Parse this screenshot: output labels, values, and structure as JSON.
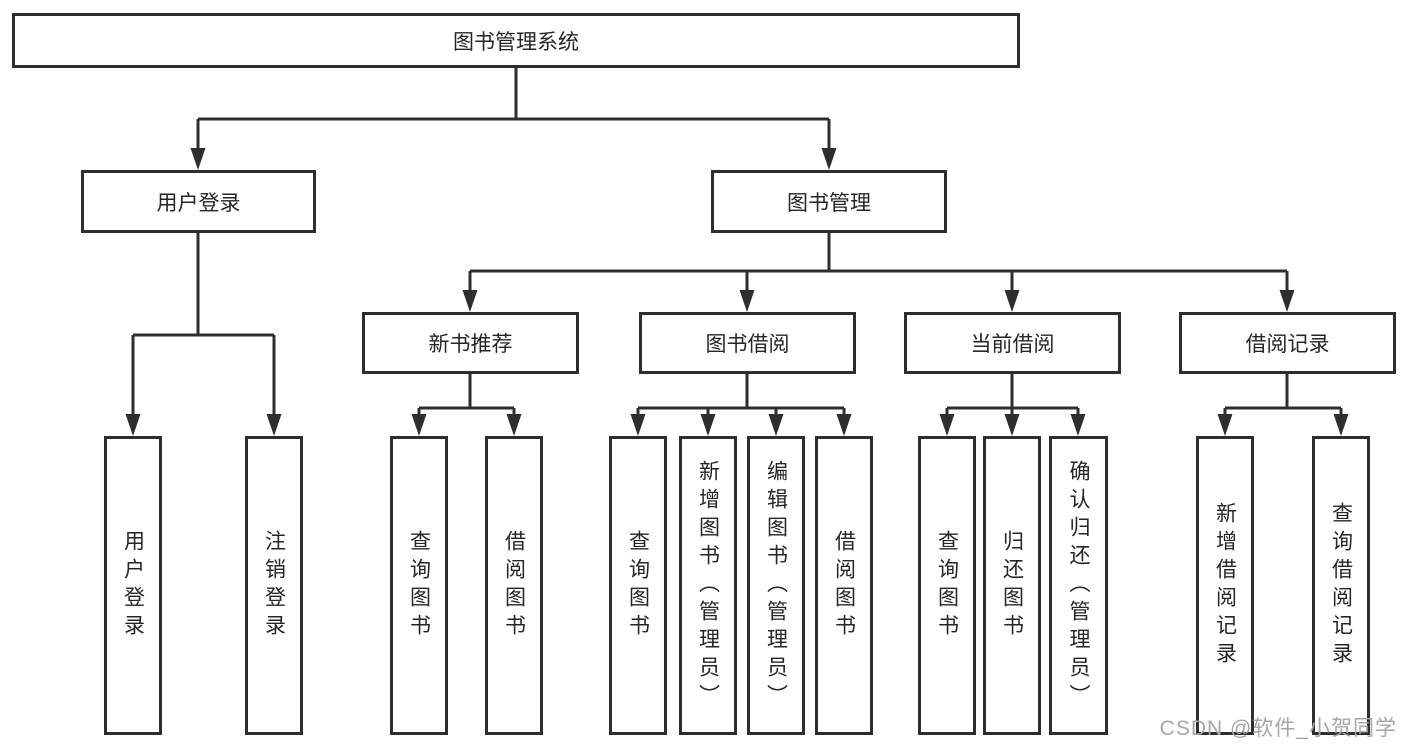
{
  "diagram": {
    "root": {
      "label": "图书管理系统"
    },
    "branches": [
      {
        "label": "用户登录",
        "children": [
          {
            "label": "用户登录"
          },
          {
            "label": "注销登录"
          }
        ]
      },
      {
        "label": "图书管理",
        "children": [
          {
            "label": "新书推荐",
            "children": [
              {
                "label": "查询图书"
              },
              {
                "label": "借阅图书"
              }
            ]
          },
          {
            "label": "图书借阅",
            "children": [
              {
                "label": "查询图书"
              },
              {
                "label": "新增图书（管理员）"
              },
              {
                "label": "编辑图书（管理员）"
              },
              {
                "label": "借阅图书"
              }
            ]
          },
          {
            "label": "当前借阅",
            "children": [
              {
                "label": "查询图书"
              },
              {
                "label": "归还图书"
              },
              {
                "label": "确认归还（管理员）"
              }
            ]
          },
          {
            "label": "借阅记录",
            "children": [
              {
                "label": "新增借阅记录"
              },
              {
                "label": "查询借阅记录"
              }
            ]
          }
        ]
      }
    ],
    "watermark": "CSDN @软件_小贺同学",
    "colors": {
      "line": "#2e2e2e",
      "box_border": "#2e2e2e",
      "box_background": "#ffffff",
      "text": "#262626",
      "watermark": "#a6a6a6"
    }
  }
}
